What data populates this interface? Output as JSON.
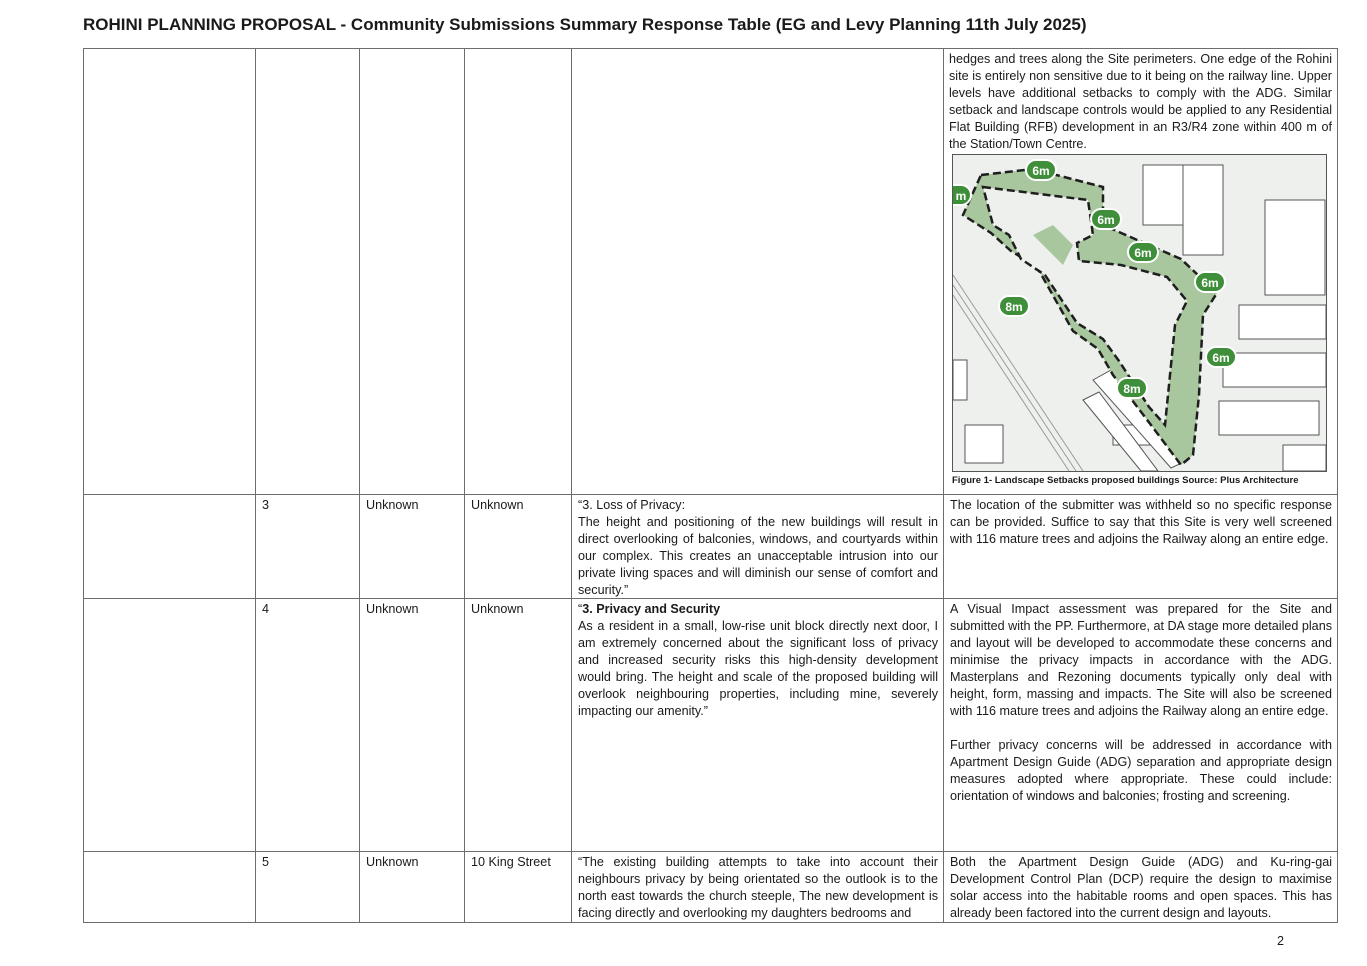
{
  "header": {
    "title": "ROHINI PLANNING PROPOSAL  - Community Submissions  Summary Response Table (EG and Levy Planning 11th July 2025)"
  },
  "rows": [
    {
      "response": "hedges and trees along the Site perimeters. One edge of the Rohini site is entirely non sensitive due to it being on the railway line. Upper levels have additional setbacks to comply with the ADG. Similar setback and landscape controls would be applied to any Residential Flat Building (RFB) development in an R3/R4 zone within 400 m of the Station/Town Centre.",
      "figure": {
        "caption": "Figure 1-  Landscape Setbacks proposed buildings   Source: Plus Architecture",
        "labels": [
          "6m",
          "6m",
          "6m",
          "6m",
          "6m",
          "8m",
          "8m",
          "m"
        ]
      }
    },
    {
      "no": "3",
      "name": "Unknown",
      "address": "Unknown",
      "submission": "“3. Loss of Privacy:\nThe height and positioning of the new buildings will result in direct overlooking of balconies, windows, and courtyards within our complex. This creates an unacceptable intrusion into our private living spaces and will diminish our sense of comfort and security.”",
      "response": "The location of the submitter was withheld so no specific response can be provided.  Suffice to say that this Site is very well screened with 116 mature trees and adjoins the Railway along an entire edge."
    },
    {
      "no": "4",
      "name": "Unknown",
      "address": "Unknown",
      "submission_heading": "3. Privacy and Security",
      "submission_open_quote": "“",
      "submission": "As a resident in a small, low-rise unit block directly next door, I am extremely concerned about the significant loss of privacy and increased security risks this high-density development would bring. The height and scale of the proposed building will overlook neighbouring properties, including mine, severely impacting our amenity.”",
      "response_p1": "A Visual Impact assessment was prepared for the Site and submitted with the PP. Furthermore, at DA stage more detailed plans and layout will be developed to accommodate these concerns and minimise the privacy impacts in accordance with the ADG. Masterplans and Rezoning documents typically only deal with height, form, massing and impacts. The Site will also be screened with 116 mature trees and adjoins the Railway along an entire edge.",
      "response_p2": "Further privacy concerns will be addressed in accordance with Apartment Design Guide (ADG) separation and appropriate design measures adopted where appropriate. These could include: orientation of windows and balconies; frosting and screening."
    },
    {
      "no": "5",
      "name": "Unknown",
      "address": "10 King Street",
      "submission": "“The existing building attempts to take into account their neighbours privacy by being orientated so the outlook is to the north east towards the church steeple, The new development is facing directly and overlooking my daughters bedrooms and",
      "response": "Both the Apartment Design Guide (ADG) and Ku-ring-gai Development Control Plan (DCP) require the design to maximise solar access into the habitable rooms and open spaces. This has already been factored into the current design and layouts."
    }
  ],
  "footer": {
    "page_number": "2"
  },
  "colors": {
    "setback_fill": "#a9c79f",
    "badge_green": "#3f8f3a",
    "ground": "#eef0ee"
  }
}
